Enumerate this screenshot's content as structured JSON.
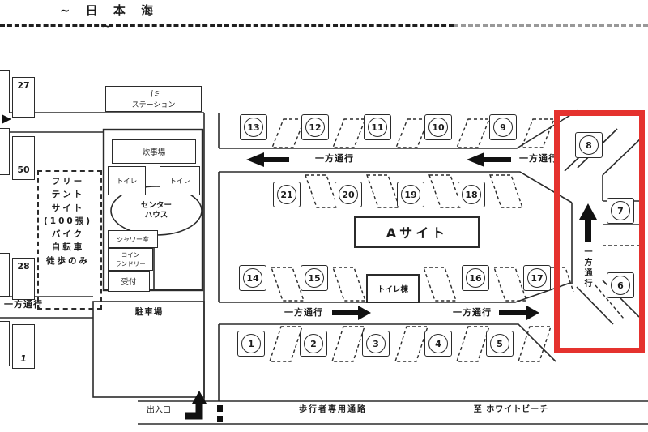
{
  "title": "~ 日 本 海 ~",
  "left_column": {
    "site_numbers": [
      "27",
      "50",
      "28",
      "1"
    ],
    "one_way": "一方通行"
  },
  "facilities": {
    "garbage_station": "ゴミ\nステーション",
    "free_site": "フリー\nテント\nサイト\n(100張)\nバイク\n自転車\n徒歩のみ",
    "cooking": "炊事場",
    "toilet_left": "トイレ",
    "toilet_right": "トイレ",
    "center_house": "センター\nハウス",
    "shower": "シャワー室",
    "laundry": "コイン\nランドリー",
    "reception": "受付",
    "parking": "駐車場",
    "toilet_building": "トイレ棟"
  },
  "a_site": {
    "label": "Aサイト",
    "one_way": "一方通行",
    "rows": {
      "top": [
        "13",
        "12",
        "11",
        "10",
        "9"
      ],
      "second": [
        "21",
        "20",
        "19",
        "18"
      ],
      "third": [
        "14",
        "15",
        "16",
        "17"
      ],
      "bottom": [
        "1",
        "2",
        "3",
        "4",
        "5"
      ]
    }
  },
  "highlight": {
    "numbers": [
      "8",
      "7",
      "6"
    ],
    "one_way_vertical": "一方通行",
    "color": "#e5322e"
  },
  "bottom_bar": {
    "entrance": "出入口",
    "pedestrian_path": "歩行者専用通路",
    "to_beach": "至  ホワイトビーチ"
  }
}
